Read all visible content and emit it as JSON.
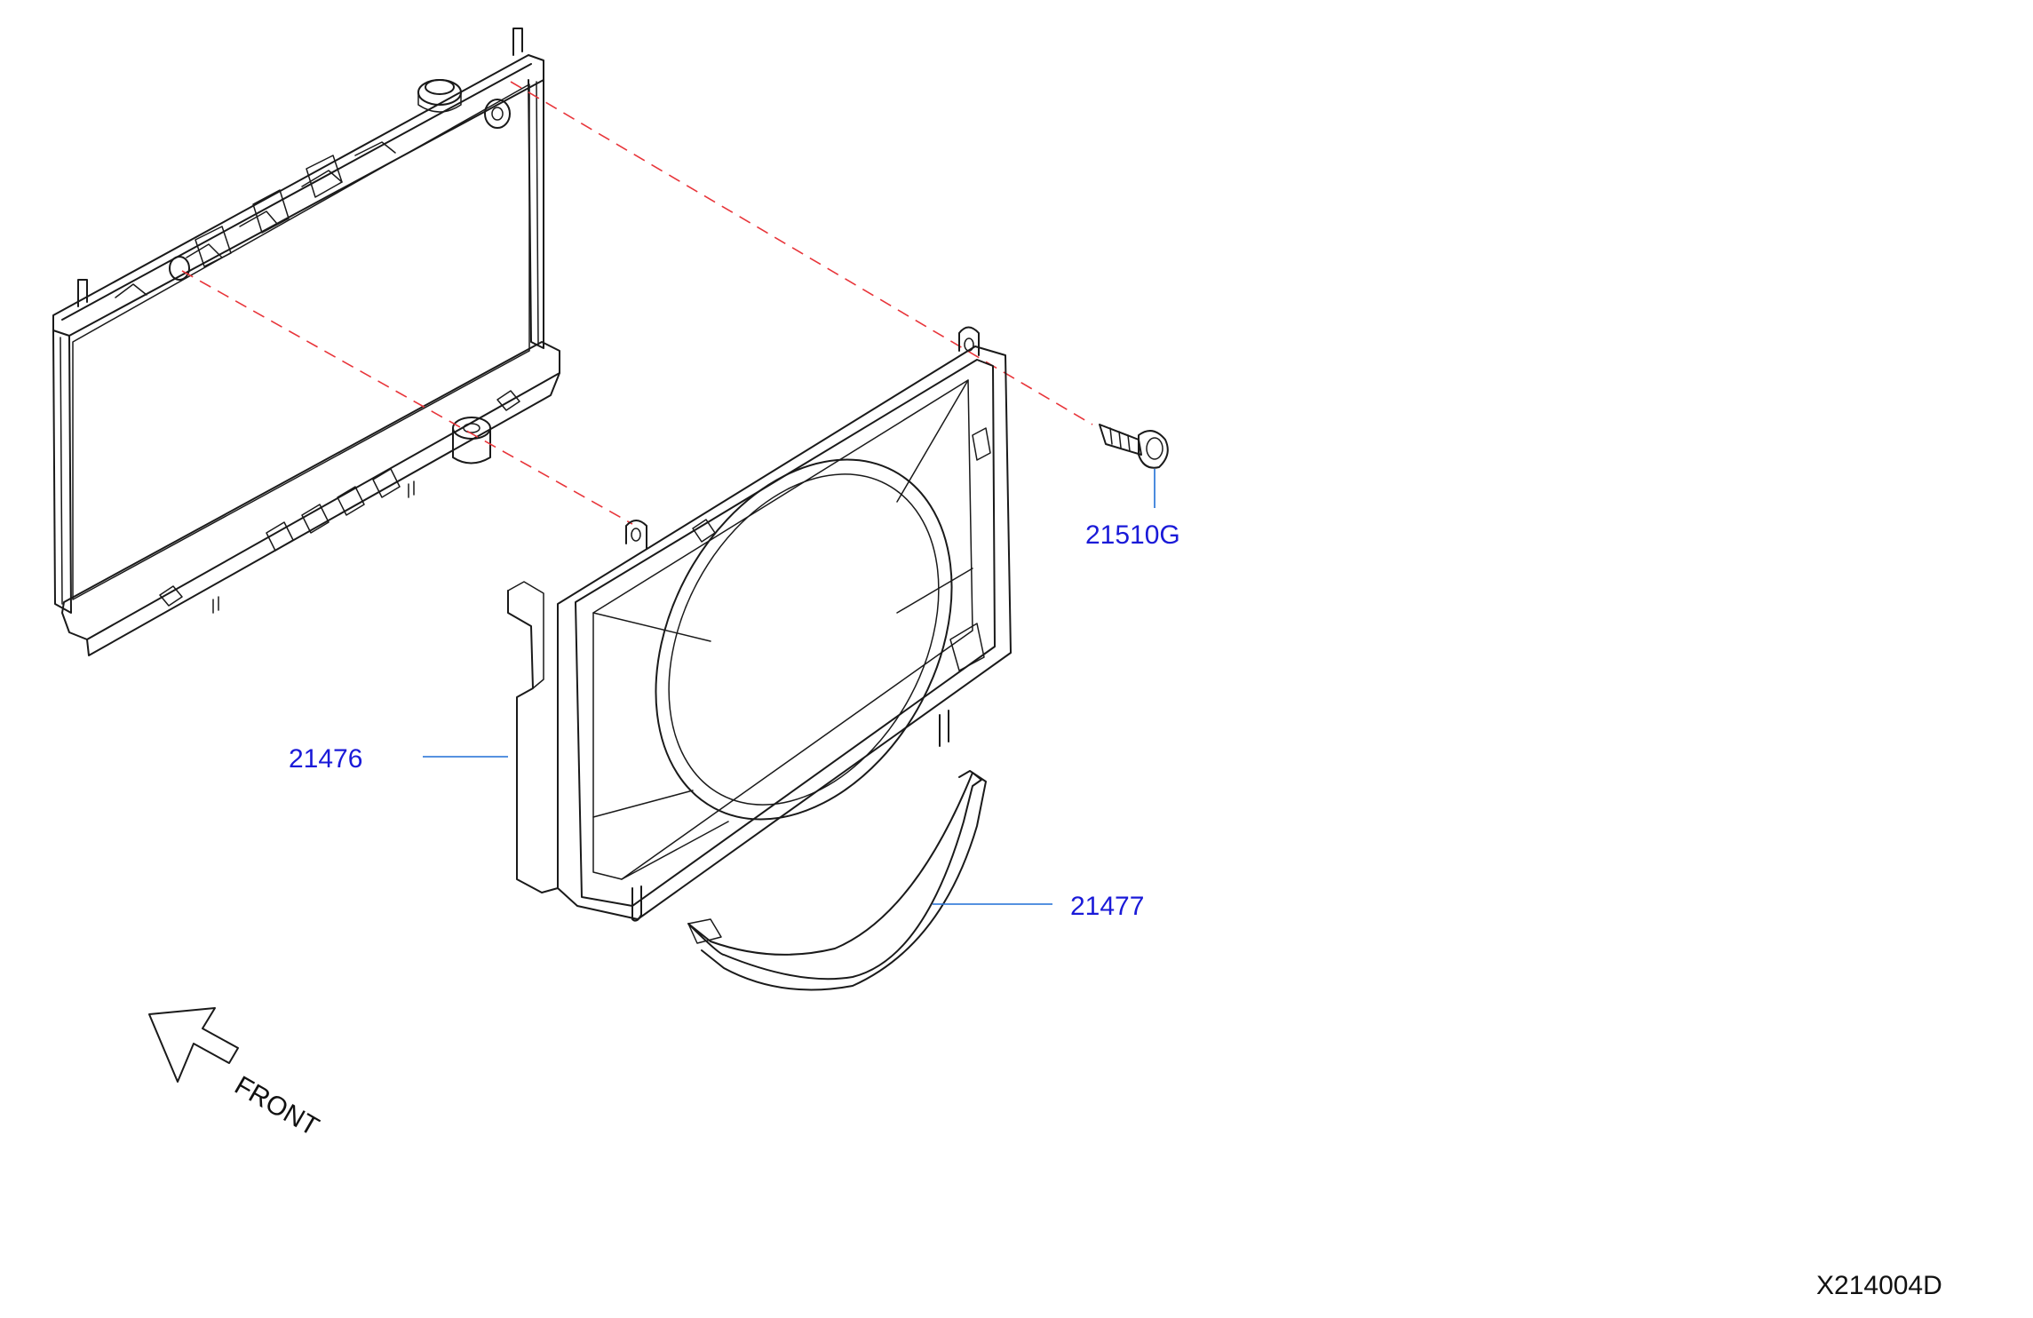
{
  "diagram": {
    "callouts": {
      "bolt": "21510G",
      "shroud": "21476",
      "lower_shroud": "21477"
    },
    "direction_label": "FRONT",
    "figure_code": "X214004D",
    "colors": {
      "callout_text": "#1a1ad8",
      "leader_line": "#1f6fd6",
      "alignment_dash": "#e8353a",
      "line_art": "#1a1a1a"
    }
  }
}
